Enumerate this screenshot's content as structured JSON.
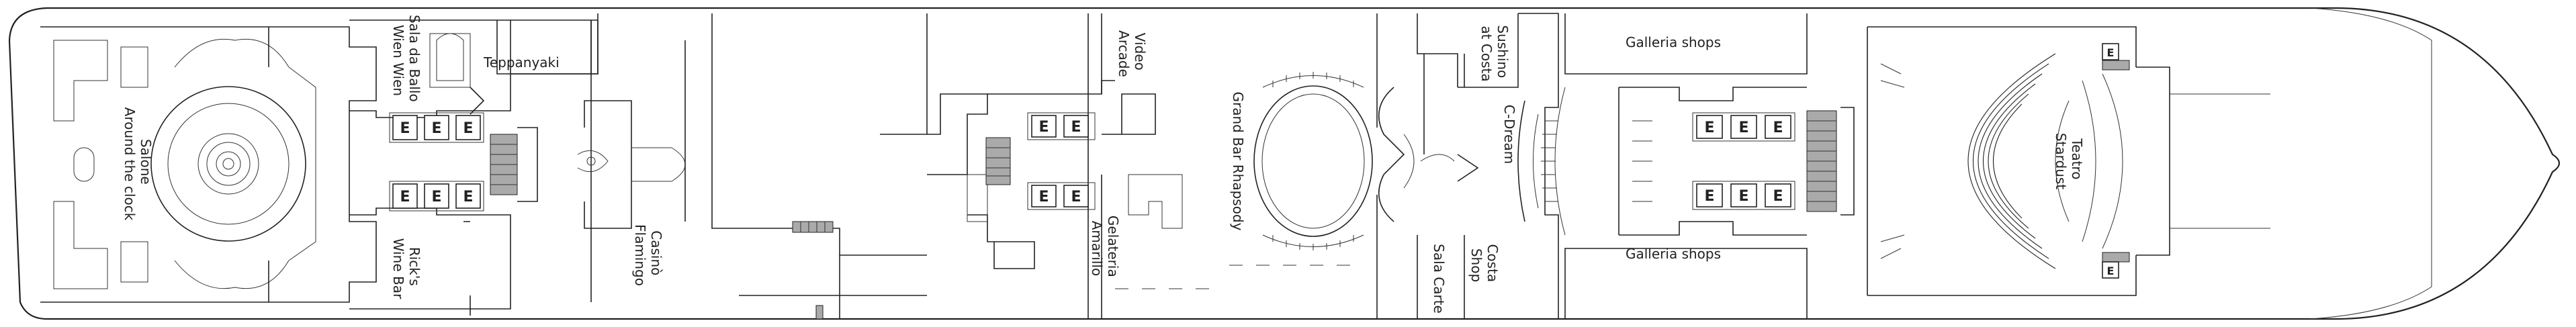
{
  "deck_plan": {
    "venues": {
      "salone": [
        "Salone",
        "Around the clock"
      ],
      "sala_da_ballo": [
        "Sala da Ballo",
        "Wien Wien"
      ],
      "teppanyaki": "Teppanyaki",
      "ricks_wine_bar": [
        "Rick's",
        "Wine Bar"
      ],
      "casino": [
        "Casinò",
        "Flamingo"
      ],
      "video_arcade": [
        "Video",
        "Arcade"
      ],
      "gelateria": [
        "Gelateria",
        "Amarillo"
      ],
      "grand_bar": "Grand Bar Rhapsody",
      "sushino": [
        "Sushino",
        "at Costa"
      ],
      "c_dream": "C-Dream",
      "sala_carte": "Sala Carte",
      "costa_shop": [
        "Costa",
        "Shop"
      ],
      "galleria_top": "Galleria shops",
      "galleria_bottom": "Galleria shops",
      "teatro": [
        "Teatro",
        "Stardust"
      ]
    },
    "elevator_letter": "E"
  }
}
